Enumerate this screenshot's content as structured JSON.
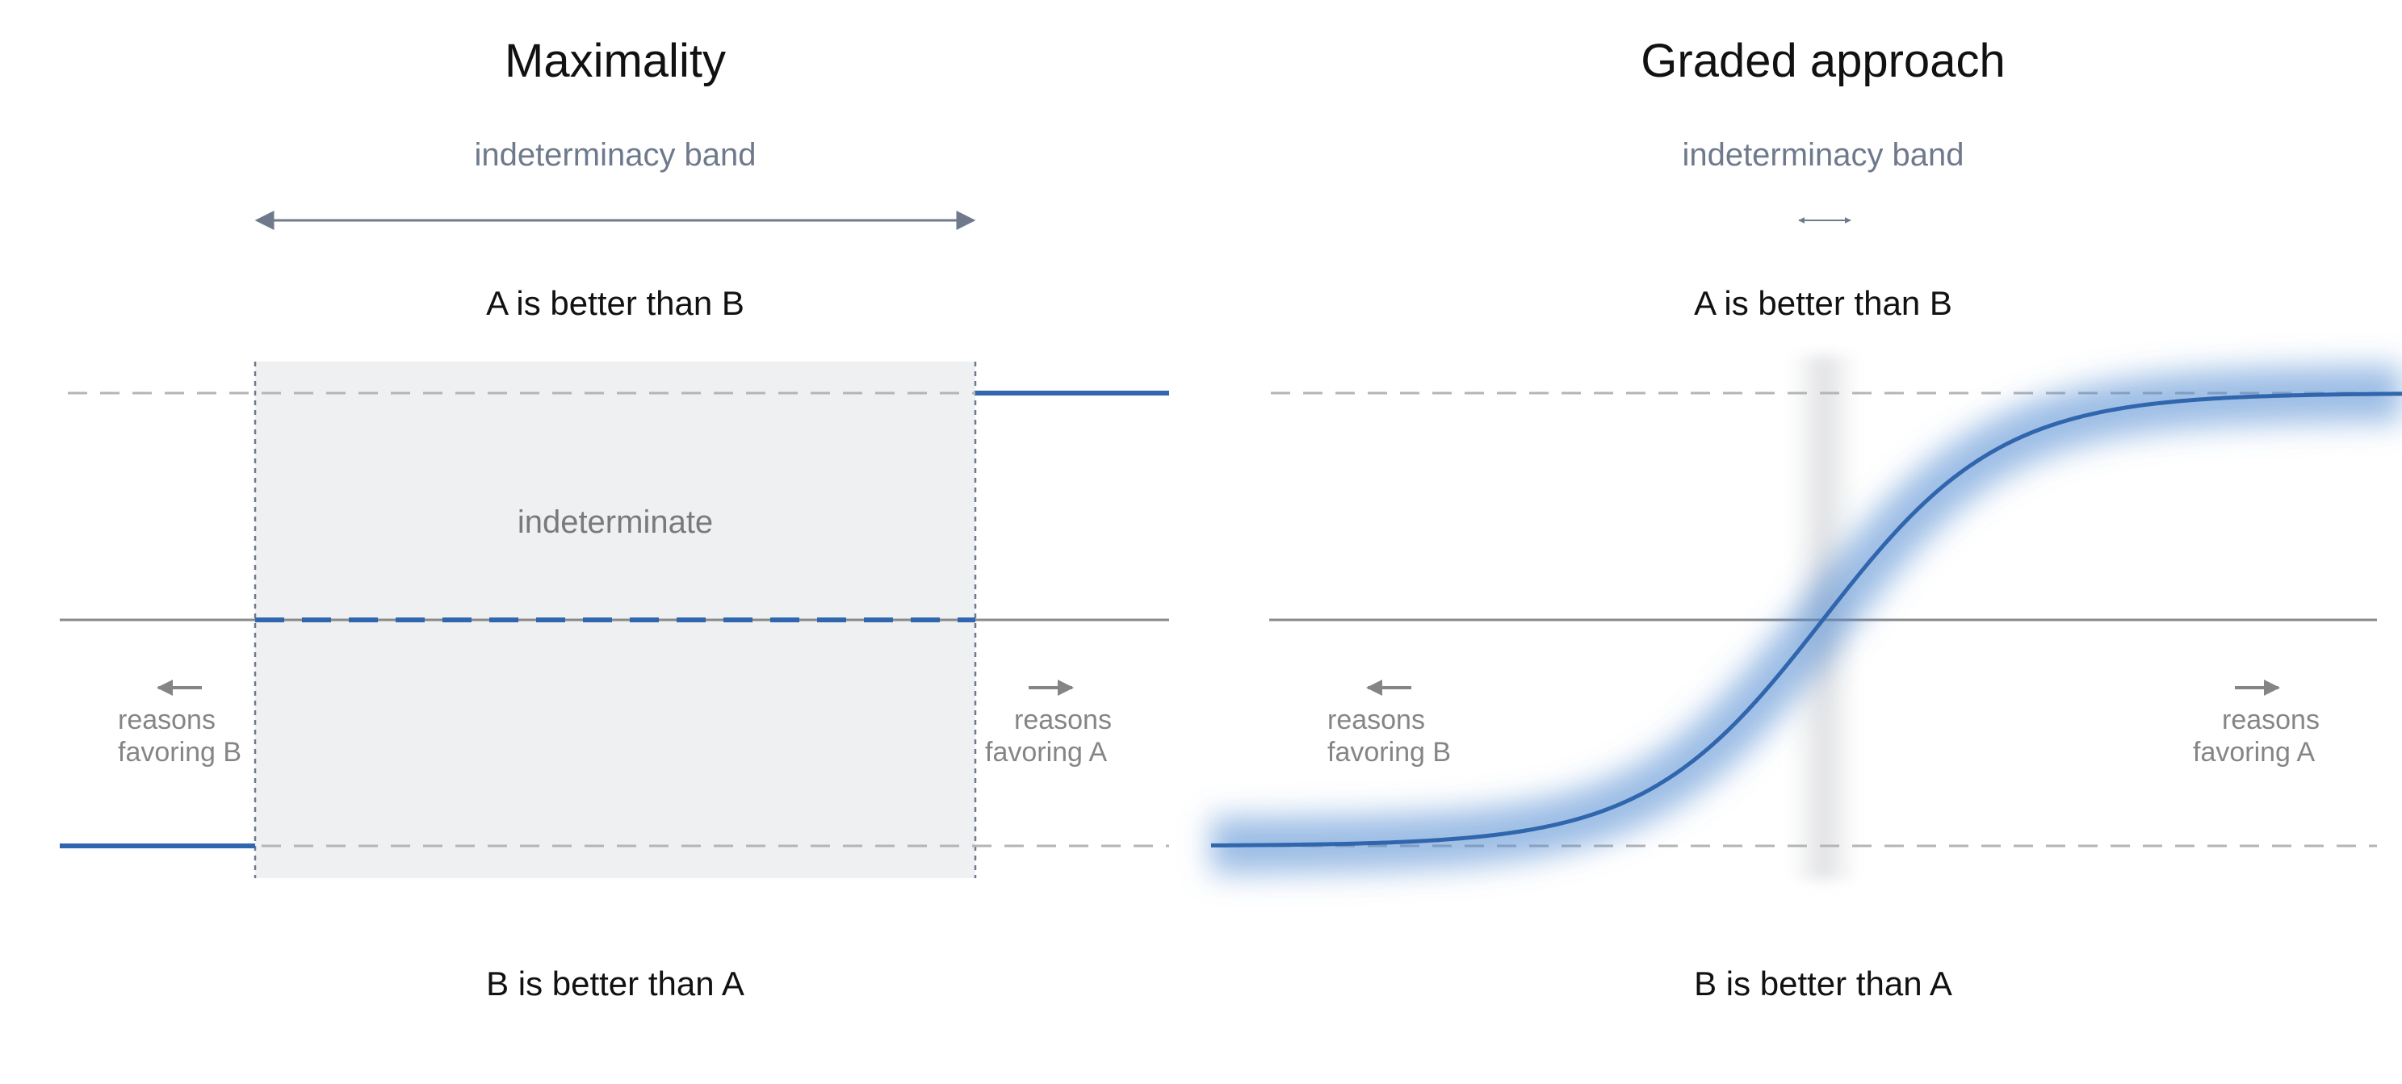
{
  "panels": [
    {
      "title": "Maximality",
      "band_label": "indeterminacy band",
      "top_label": "A is better than B",
      "bottom_label": "B is better than A",
      "region_label": "indeterminate",
      "left_reasons": [
        "reasons",
        "favoring B"
      ],
      "right_reasons": [
        "reasons",
        "favoring A"
      ]
    },
    {
      "title": "Graded approach",
      "band_label": "indeterminacy band",
      "top_label": "A is better than B",
      "bottom_label": "B is better than A",
      "left_reasons": [
        "reasons",
        "favoring B"
      ],
      "right_reasons": [
        "reasons",
        "favoring A"
      ]
    }
  ],
  "colors": {
    "curve": "#2f66ad",
    "band_arrow": "#6e7a8c",
    "guide_dash": "#b5b5b5",
    "axis": "#8a8a8a",
    "region_fill": "#eff0f2"
  }
}
